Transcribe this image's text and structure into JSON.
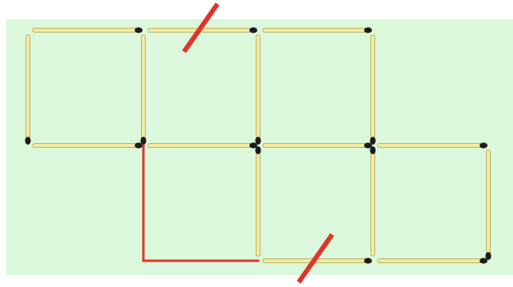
{
  "puzzle": {
    "type": "matchstick",
    "colors": {
      "board_background": "#dcf8dc",
      "page_background": "#ffffff",
      "match_stick": "#f4eba0",
      "match_stick_edge": "#b8b26a",
      "match_head": "#1c1c1c",
      "removal_mark": "#e0342a",
      "added_line": "#e0342a"
    },
    "grid_rows": 2,
    "grid_cols": 4,
    "matches": [
      {
        "id": "top-row0-col0",
        "orientation": "horizontal",
        "row": 0,
        "col": 0,
        "head": "end"
      },
      {
        "id": "top-row0-col1",
        "orientation": "horizontal",
        "row": 0,
        "col": 1,
        "head": "end",
        "crossed_out": true
      },
      {
        "id": "top-row0-col2",
        "orientation": "horizontal",
        "row": 0,
        "col": 2,
        "head": "end"
      },
      {
        "id": "mid-row1-col0",
        "orientation": "horizontal",
        "row": 1,
        "col": 0,
        "head": "end"
      },
      {
        "id": "mid-row1-col1",
        "orientation": "horizontal",
        "row": 1,
        "col": 1,
        "head": "end"
      },
      {
        "id": "mid-row1-col2",
        "orientation": "horizontal",
        "row": 1,
        "col": 2,
        "head": "end"
      },
      {
        "id": "mid-row1-col3",
        "orientation": "horizontal",
        "row": 1,
        "col": 3,
        "head": "end"
      },
      {
        "id": "bot-row2-col2",
        "orientation": "horizontal",
        "row": 2,
        "col": 2,
        "head": "end",
        "crossed_out": true
      },
      {
        "id": "bot-row2-col3",
        "orientation": "horizontal",
        "row": 2,
        "col": 3,
        "head": "end"
      },
      {
        "id": "vert-row0-col0",
        "orientation": "vertical",
        "row": 0,
        "col": 0,
        "head": "end"
      },
      {
        "id": "vert-row0-col1",
        "orientation": "vertical",
        "row": 0,
        "col": 1,
        "head": "end"
      },
      {
        "id": "vert-row0-col2",
        "orientation": "vertical",
        "row": 0,
        "col": 2,
        "head": "end"
      },
      {
        "id": "vert-row0-col3",
        "orientation": "vertical",
        "row": 0,
        "col": 3,
        "head": "end"
      },
      {
        "id": "vert-row1-col2",
        "orientation": "vertical",
        "row": 1,
        "col": 2,
        "head": "start"
      },
      {
        "id": "vert-row1-col3",
        "orientation": "vertical",
        "row": 1,
        "col": 3,
        "head": "start"
      },
      {
        "id": "vert-row1-col4",
        "orientation": "vertical",
        "row": 1,
        "col": 4,
        "head": "end"
      }
    ],
    "added_lines": [
      {
        "id": "added-left-edge-row1-col1",
        "orientation": "vertical",
        "row": 1,
        "col": 1
      },
      {
        "id": "added-bottom-edge-row2-col1",
        "orientation": "horizontal",
        "row": 2,
        "col": 1
      }
    ]
  }
}
